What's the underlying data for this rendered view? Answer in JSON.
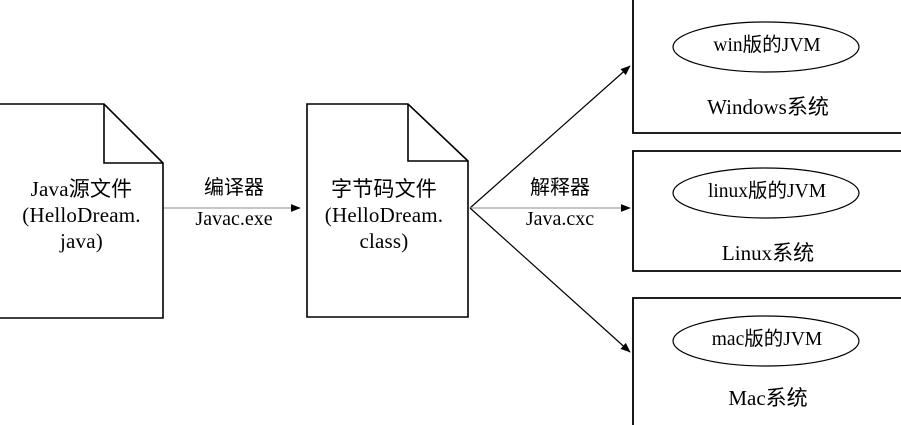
{
  "diagram": {
    "title": "Java compilation and JVM execution flow",
    "colors": {
      "stroke": "#000000",
      "arrow_line": "#b5b2ad",
      "background": "#ffffff",
      "text": "#000000"
    },
    "nodes": {
      "source_file": {
        "shape": "document",
        "line1": "Java源文件",
        "line2": "(HelloDream.",
        "line3": "java)"
      },
      "bytecode_file": {
        "shape": "document",
        "line1": "字节码文件",
        "line2": "(HelloDream.",
        "line3": "class)"
      }
    },
    "edges": {
      "compile": {
        "line1": "编译器",
        "line2": "Javac.exe"
      },
      "interpret": {
        "line1": "解释器",
        "line2": "Java.cxc"
      }
    },
    "platforms": [
      {
        "jvm_label": "win版的JVM",
        "os_label": "Windows系统"
      },
      {
        "jvm_label": "linux版的JVM",
        "os_label": "Linux系统"
      },
      {
        "jvm_label": "mac版的JVM",
        "os_label": "Mac系统"
      }
    ]
  }
}
